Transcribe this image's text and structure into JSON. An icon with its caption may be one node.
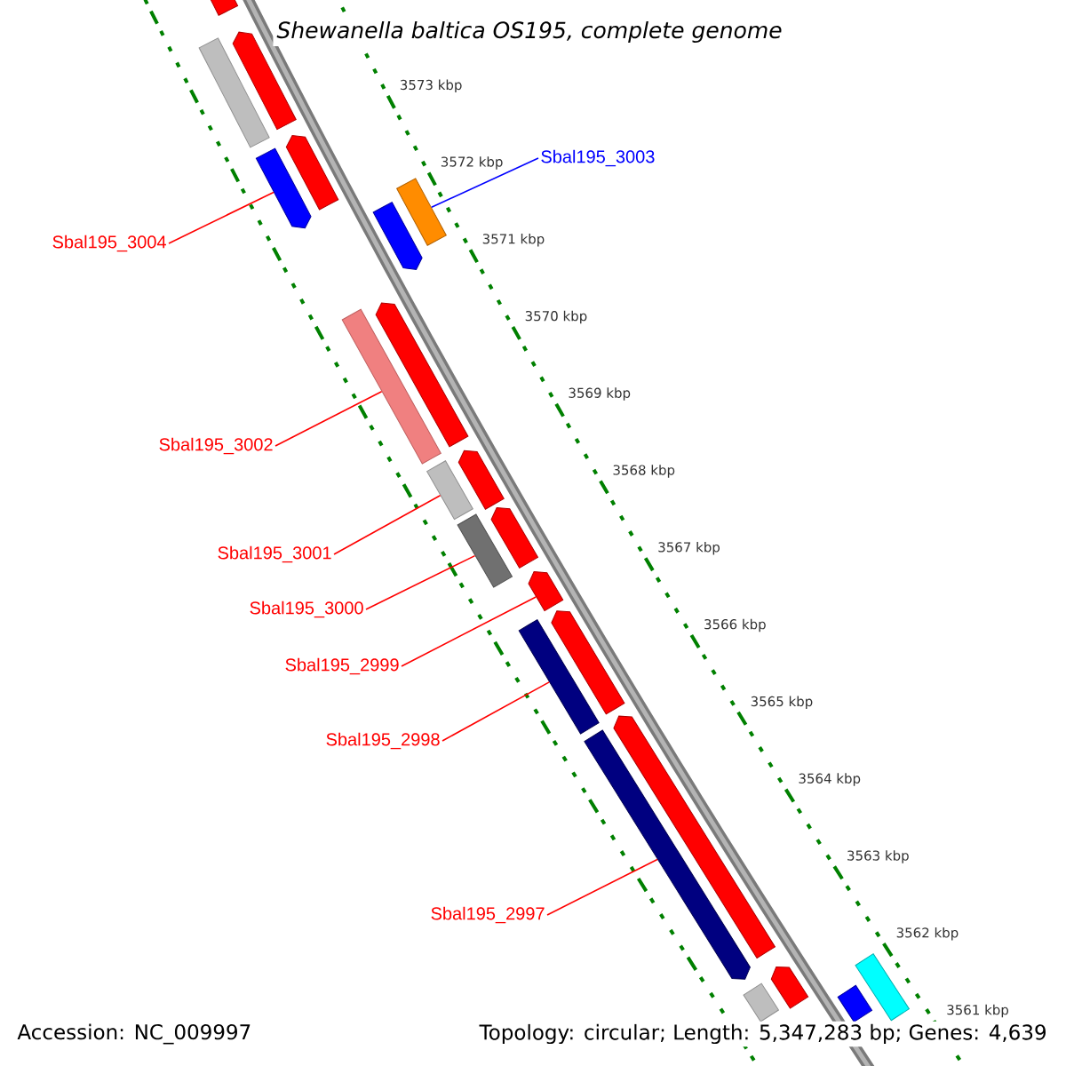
{
  "diagram": {
    "title": "*Shewanella baltica* OS195, complete genome",
    "nodes": [
      {
        "text": [
          "Sbal195_3003"
        ]
      },
      {
        "text": [],
        "shape": "arrow"
      },
      {
        "text": [
          "Sbal195_3004"
        ]
      },
      {
        "text": [],
        "shape": "arrow"
      },
      {
        "text": [
          "Sbal195_3002"
        ]
      },
      {
        "text": [],
        "shape": "arrow"
      },
      {
        "text": [
          "Sbal195_3001"
        ]
      },
      {
        "text": [],
        "shape": "arrow"
      },
      {
        "text": [
          "Sbal195_3000"
        ]
      },
      {
        "text": [],
        "shape": "arrow"
      },
      {
        "text": [
          "Sbal195_2999"
        ]
      },
      {
        "text": [],
        "shape": "arrow"
      },
      {
        "text": [
          "Sbal195_2998"
        ]
      },
      {
        "text": [],
        "shape": "arrow"
      },
      {
        "text": [
          "Sbal195_2997"
        ]
      },
      {
        "text": [],
        "shape": "arrow"
      },
      {
        "text": [],
        "shape": "arrow"
      },
      {
        "text": [],
        "shape": "arrow"
      },
      {
        "text": [],
        "shape": "arrow"
      },
      {
        "text": [],
        "shape": "arrow"
      },
      {
        "text": [],
        "shape": "arrow"
      },
      {
        "text": [],
        "shape": "arrow"
      },
      {
        "text": [],
        "shape": "arrow"
      },
      {
        "text": [],
        "shape": "arrow"
      },
      {
        "text": [],
        "shape": "arrow"
      },
      {
        "text": [],
        "shape": "arrow"
      },
      {
        "text": [],
        "shape": "arrow"
      },
      {
        "text": [],
        "shape": "arrow"
      },
      {
        "text": [],
        "shape": "arrow"
      },
      {
        "text": [],
        "shape": "arrow"
      }
    ],
    "edges": [
      {
        "from": 0,
        "to": 1,
        "arrow": "none",
        "color": "#0000ff"
      },
      {
        "from": 2,
        "to": 3,
        "arrow": "none"
      },
      {
        "from": 4,
        "to": 5,
        "arrow": "none"
      },
      {
        "from": 6,
        "to": 7,
        "arrow": "none"
      },
      {
        "from": 8,
        "to": 9,
        "arrow": "none"
      },
      {
        "from": 10,
        "to": 11,
        "arrow": "none"
      },
      {
        "from": 12,
        "to": 13,
        "arrow": "none"
      },
      {
        "from": 14,
        "to": 15,
        "arrow": "none"
      }
    ],
    "labels": [
      "3573 kbp",
      "3572 kbp",
      "3571 kbp",
      "3570 kbp",
      "3569 kbp",
      "3568 kbp",
      "3567 kbp",
      "3566 kbp",
      "3565 kbp",
      "3564 kbp",
      "3563 kbp",
      "3562 kbp",
      "3561 kbp",
      "Accession: NC_009997",
      "Topology: circular; Length: 5,347,283 bp; Genes: 4,639"
    ]
  }
}
